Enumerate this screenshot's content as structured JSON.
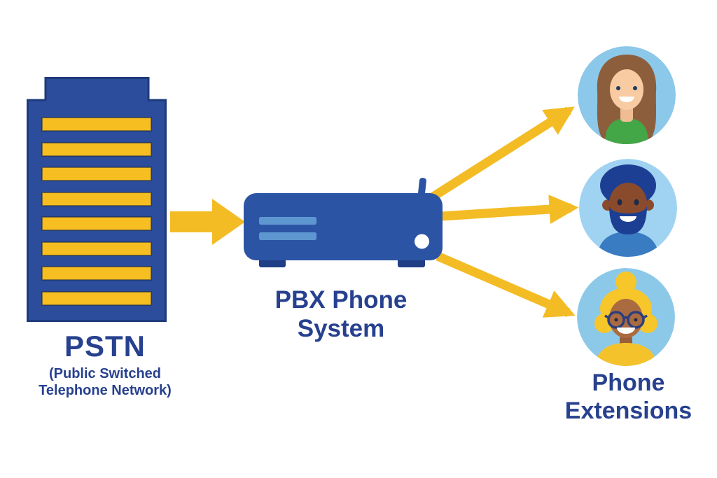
{
  "labels": {
    "pstn": {
      "title": "PSTN",
      "subtitle_line1": "(Public Switched",
      "subtitle_line2": "Telephone Network)"
    },
    "pbx": {
      "line1": "PBX Phone",
      "line2": "System"
    },
    "extensions": {
      "line1": "Phone",
      "line2": "Extensions"
    }
  },
  "icons": {
    "pstn": "office-building-icon",
    "pbx": "pbx-device-icon",
    "extension_1": "avatar-woman-brown-hair-icon",
    "extension_2": "avatar-man-beard-icon",
    "extension_3": "avatar-woman-glasses-icon"
  },
  "connections": [
    {
      "from": "pstn",
      "to": "pbx-phone-system"
    },
    {
      "from": "pbx-phone-system",
      "to": "phone-extension-1"
    },
    {
      "from": "pbx-phone-system",
      "to": "phone-extension-2"
    },
    {
      "from": "pbx-phone-system",
      "to": "phone-extension-3"
    }
  ],
  "colors": {
    "background": "#FFFFFF",
    "text_navy": "#27418F",
    "building_blue": "#2B4D9C",
    "building_outline": "#1E3A7A",
    "stripe_yellow": "#F6BE20",
    "arrow_yellow": "#F3BC25",
    "pbx_blue": "#2C54A4",
    "pbx_dark_blue": "#1F3E85",
    "pbx_bar_blue": "#5E97D0",
    "avatar_bg_1": "#8CC8E9",
    "avatar_bg_2": "#9FD3F1",
    "avatar_bg_3": "#8CC9E9"
  }
}
